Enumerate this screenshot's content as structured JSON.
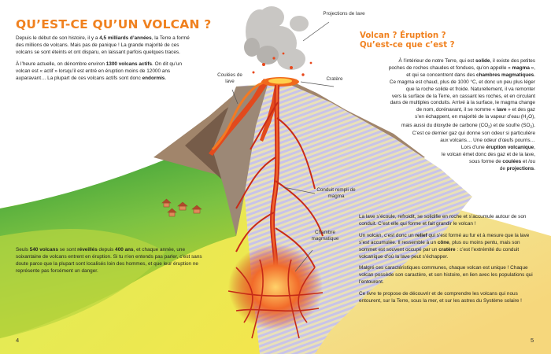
{
  "title": "QU’EST-CE QU’UN VOLCAN ?",
  "intro_paragraphs": [
    [
      "Depuis le début de son histoire, il y a ",
      {
        "b": "4,5 milliards d’années"
      },
      ", la Terre a formé des millions de volcans. Mais pas de panique ! La grande majorité de ces volcans se sont éteints et ont disparu, en laissant parfois quelques traces."
    ],
    [
      "À l’heure actuelle, on dénombre environ ",
      {
        "b": "1300 volcans actifs"
      },
      ". On dit qu’un volcan est « actif » lorsqu’il est entré en éruption moins de 12000 ans auparavant… La plupart de ces volcans actifs sont donc ",
      {
        "b": "endormis"
      },
      "."
    ]
  ],
  "bottom_left_paragraph": [
    "Seuls ",
    {
      "b": "540 volcans"
    },
    " se sont ",
    {
      "b": "réveillés"
    },
    " depuis ",
    {
      "b": "400 ans"
    },
    ", et chaque année, une soixantaine de volcans entrent en éruption. Si tu n’en entends pas parler, c’est sans doute parce que la plupart sont localisés loin des hommes, et que leur éruption ne représente pas forcément un danger."
  ],
  "right_title_lines": [
    "Volcan ? Éruption ?",
    "Qu’est-ce que c’est ?"
  ],
  "right_paragraph_lines": [
    [
      "À l’intérieur de notre Terre, qui est ",
      {
        "b": "solide"
      },
      ", il existe des petites"
    ],
    [
      "poches de roches chaudes et fondues, qu’on appelle « ",
      {
        "b": "magma"
      },
      " »,"
    ],
    [
      "et qui se concentrent dans des ",
      {
        "b": "chambres magmatiques"
      },
      "."
    ],
    [
      "Ce magma est chaud, plus de 1000 °C, et donc un peu plus léger"
    ],
    [
      "que la roche solide et froide. Naturellement, il va remonter"
    ],
    [
      "vers la surface de la Terre, en cassant les roches, et en circulant"
    ],
    [
      "dans de multiples conduits. Arrivé à la surface, le magma change"
    ],
    [
      "de nom, dorénavant, il se nomme « ",
      {
        "b": "lave"
      },
      " » et des gaz"
    ],
    [
      "s’en échappent, en majorité de la vapeur d’eau (H",
      {
        "sub": "2"
      },
      "O),"
    ],
    [
      "mais aussi du dioxyde de carbone (CO",
      {
        "sub": "2"
      },
      ") et de soufre (SO",
      {
        "sub": "2"
      },
      ")."
    ],
    [
      "C’est ce dernier gaz qui donne son odeur si particulière"
    ],
    [
      "aux volcans… Une odeur d’œufs pourris…"
    ],
    [
      "Lors d’une ",
      {
        "b": "éruption volcanique"
      },
      ","
    ],
    [
      "le volcan émet donc des gaz et de la lave,"
    ],
    [
      "sous forme de ",
      {
        "b": "coulées"
      },
      " et /ou"
    ],
    [
      "de ",
      {
        "b": "projections"
      },
      "."
    ]
  ],
  "bottom_right_paragraphs": [
    [
      "La lave s’écoule, refroidit, se solidifie en roche et s’accumule autour de son conduit. C’est elle qui forme et fait grandir le volcan !"
    ],
    [
      "Un volcan, c’est donc un ",
      {
        "b": "relief"
      },
      " qui s’est formé au fur et à mesure que la lave s’est accumulée. Il ressemble à un ",
      {
        "b": "cône"
      },
      ", plus ou moins pentu, mais son sommet est souvent occupé par un ",
      {
        "b": "cratère"
      },
      " : c’est l’extrémité du conduit volcanique d’où la lave peut s’échapper."
    ],
    [
      "Malgré ces caractéristiques communes, chaque volcan est unique ! Chaque volcan possède son caractère, et son histoire, en lien avec les populations qui l’entourent."
    ],
    [
      "Ce livre te propose de découvrir et de comprendre les volcans qui nous entourent, sur la Terre, sous la mer, et sur les astres du Système solaire !"
    ]
  ],
  "labels": {
    "projections": "Projections de lave",
    "coulees": "Coulées de lave",
    "cratere": "Cratère",
    "conduit": "Conduit rempli de magma",
    "chambre": "Chambre magmatique"
  },
  "page_left": "4",
  "page_right": "5",
  "colors": {
    "title": "#f0811f",
    "lava": "#d9341c",
    "grass": "#8cc63f",
    "sand": "#f3d77d"
  }
}
